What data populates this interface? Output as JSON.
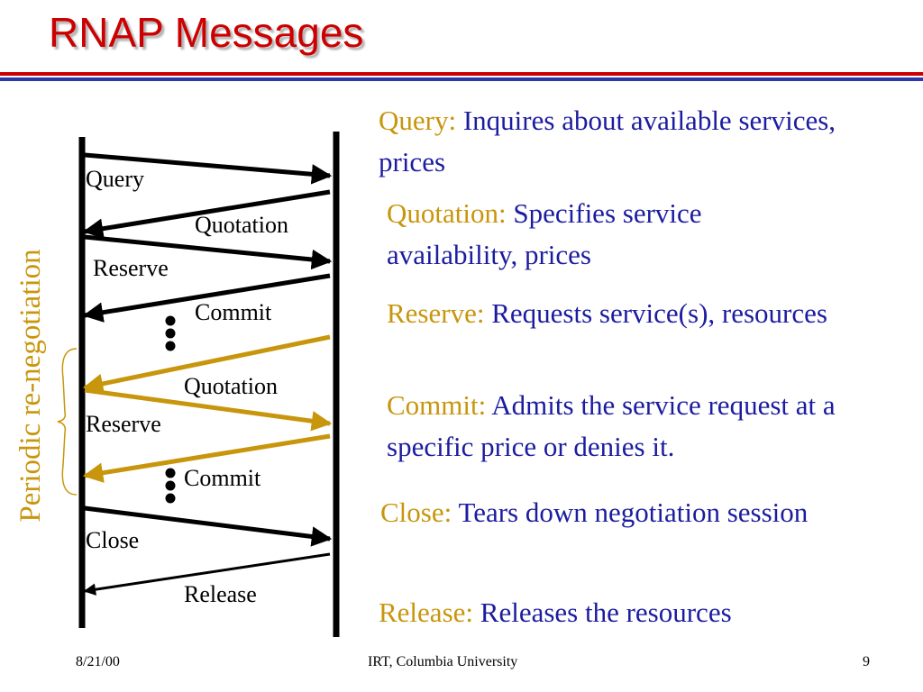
{
  "slide": {
    "title": "RNAP Messages",
    "colors": {
      "title": "#cc0000",
      "rule_blue": "#2b3aa6",
      "accent": "#c8960c",
      "description": "#1c1ca0",
      "text": "#000000"
    }
  },
  "diagram": {
    "side_label": "Periodic re-negotiation",
    "messages": [
      {
        "label": "Query",
        "direction": "right",
        "periodic": false
      },
      {
        "label": "Quotation",
        "direction": "left",
        "periodic": false
      },
      {
        "label": "Reserve",
        "direction": "right",
        "periodic": false
      },
      {
        "label": "Commit",
        "direction": "left",
        "periodic": false
      },
      {
        "label": "Quotation",
        "direction": "left",
        "periodic": true
      },
      {
        "label": "Reserve",
        "direction": "right",
        "periodic": true
      },
      {
        "label": "Commit",
        "direction": "left",
        "periodic": true
      },
      {
        "label": "Close",
        "direction": "right",
        "periodic": false
      },
      {
        "label": "Release",
        "direction": "left",
        "periodic": false
      }
    ]
  },
  "definitions": [
    {
      "term": "Query",
      "separator": ": ",
      "description": "Inquires about available services, prices"
    },
    {
      "term": "Quotation",
      "separator": ": ",
      "description": "Specifies service availability, prices"
    },
    {
      "term": "Reserve",
      "separator": ": ",
      "description": "Requests service(s), resources"
    },
    {
      "term": "Commit",
      "separator": ": ",
      "description": "Admits the service request at a specific price or denies it."
    },
    {
      "term": "Close",
      "separator": ": ",
      "description": "Tears down negotiation session"
    },
    {
      "term": "Release",
      "separator": ": ",
      "description": "Releases the resources"
    }
  ],
  "footer": {
    "date": "8/21/00",
    "organization": "IRT, Columbia University",
    "page_number": "9"
  }
}
